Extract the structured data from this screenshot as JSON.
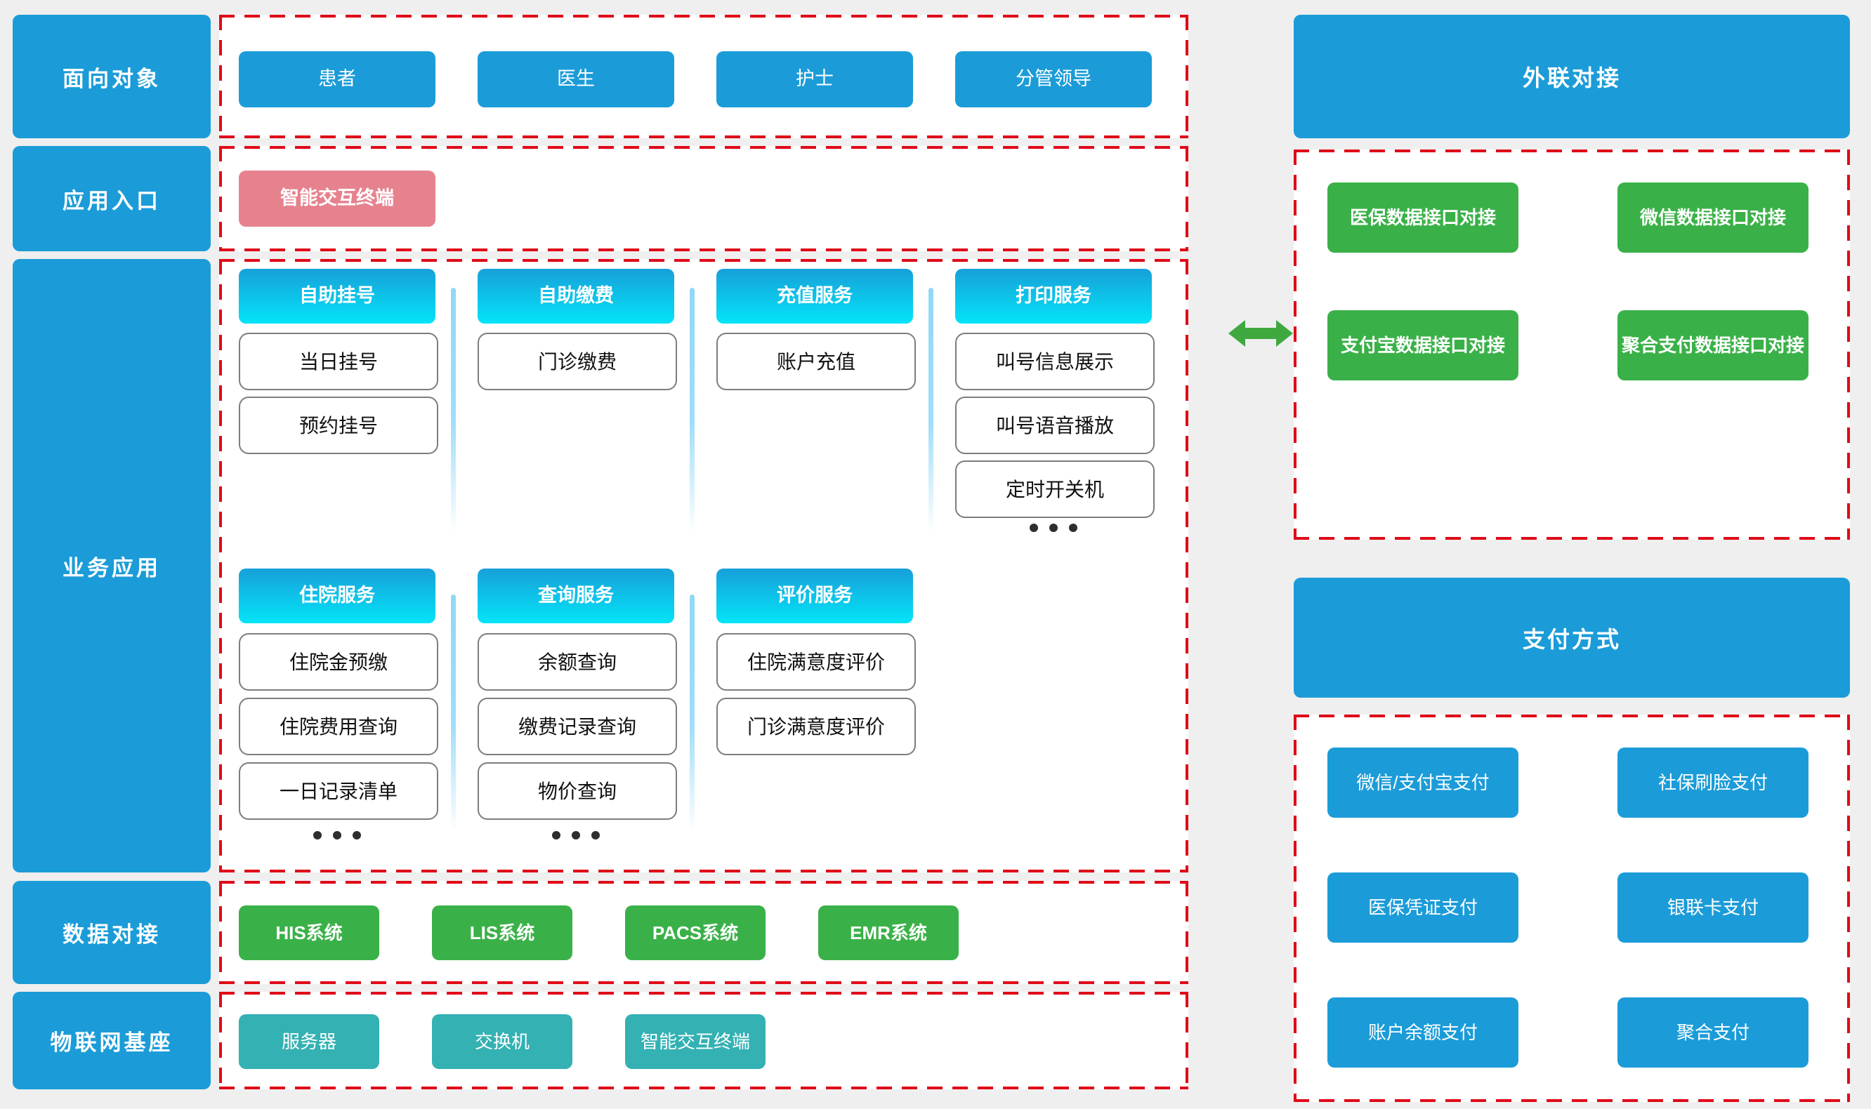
{
  "colors": {
    "blue": "#1b9cd8",
    "pink": "#e6828e",
    "green": "#3ab148",
    "teal": "#33b1b3",
    "dashed_red": "#e00a18",
    "gradient_top": "#17a0d9",
    "gradient_bottom": "#04e4f8",
    "divider_blue": "#8cd5f6",
    "background": "#efefef"
  },
  "sidebar": {
    "items": [
      {
        "label": "面向对象"
      },
      {
        "label": "应用入口"
      },
      {
        "label": "业务应用"
      },
      {
        "label": "数据对接"
      },
      {
        "label": "物联网基座"
      }
    ]
  },
  "audience": {
    "items": [
      "患者",
      "医生",
      "护士",
      "分管领导"
    ]
  },
  "entry": {
    "terminal": "智能交互终端"
  },
  "business": {
    "row1": [
      {
        "title": "自助挂号",
        "items": [
          "当日挂号",
          "预约挂号"
        ]
      },
      {
        "title": "自助缴费",
        "items": [
          "门诊缴费"
        ]
      },
      {
        "title": "充值服务",
        "items": [
          "账户充值"
        ]
      },
      {
        "title": "打印服务",
        "items": [
          "叫号信息展示",
          "叫号语音播放",
          "定时开关机"
        ]
      }
    ],
    "row2": [
      {
        "title": "住院服务",
        "items": [
          "住院金预缴",
          "住院费用查询",
          "一日记录清单"
        ]
      },
      {
        "title": "查询服务",
        "items": [
          "余额查询",
          "缴费记录查询",
          "物价查询"
        ]
      },
      {
        "title": "评价服务",
        "items": [
          "住院满意度评价",
          "门诊满意度评价"
        ]
      }
    ]
  },
  "data_integration": {
    "items": [
      "HIS系统",
      "LIS系统",
      "PACS系统",
      "EMR系统"
    ]
  },
  "iot_base": {
    "items": [
      "服务器",
      "交换机",
      "智能交互终端"
    ]
  },
  "external": {
    "title": "外联对接",
    "items": [
      "医保数据接口对接",
      "微信数据接口对接",
      "支付宝数据接口对接",
      "聚合支付数据接口对接"
    ]
  },
  "payment": {
    "title": "支付方式",
    "items": [
      "微信/支付宝支付",
      "社保刷脸支付",
      "医保凭证支付",
      "银联卡支付",
      "账户余额支付",
      "聚合支付"
    ]
  }
}
